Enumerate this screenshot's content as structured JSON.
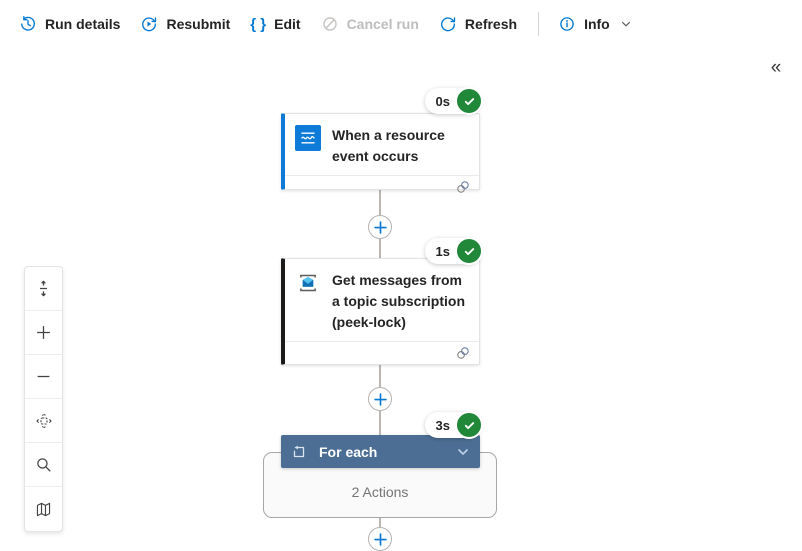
{
  "toolbar": {
    "run_details": "Run details",
    "resubmit": "Resubmit",
    "edit": "Edit",
    "edit_icon_glyph": "{ }",
    "cancel_run": "Cancel run",
    "refresh": "Refresh",
    "info": "Info"
  },
  "canvas": {
    "collapse_glyph": "«"
  },
  "workflow": {
    "trigger": {
      "title": "When a resource event occurs",
      "duration": "0s",
      "status": "succeeded",
      "icon": "event-grid-icon",
      "accent": "#0f7bd8"
    },
    "action": {
      "title": "Get messages from a topic subscription (peek-lock)",
      "duration": "1s",
      "status": "succeeded",
      "icon": "service-bus-icon",
      "accent": "#1b1a19"
    },
    "foreach": {
      "title": "For each",
      "duration": "3s",
      "status": "succeeded",
      "icon": "loop-icon",
      "body": "2 Actions"
    }
  },
  "zoom_toolbar": {
    "buttons": [
      {
        "icon": "fit-view-icon"
      },
      {
        "icon": "zoom-in-icon"
      },
      {
        "icon": "zoom-out-icon"
      },
      {
        "icon": "pan-icon"
      },
      {
        "icon": "search-icon"
      },
      {
        "icon": "minimap-icon"
      }
    ]
  },
  "colors": {
    "accent_blue": "#0078d4",
    "success_green": "#218739",
    "foreach_header": "#4d6e94",
    "connector_gray": "#b9b6b3"
  }
}
